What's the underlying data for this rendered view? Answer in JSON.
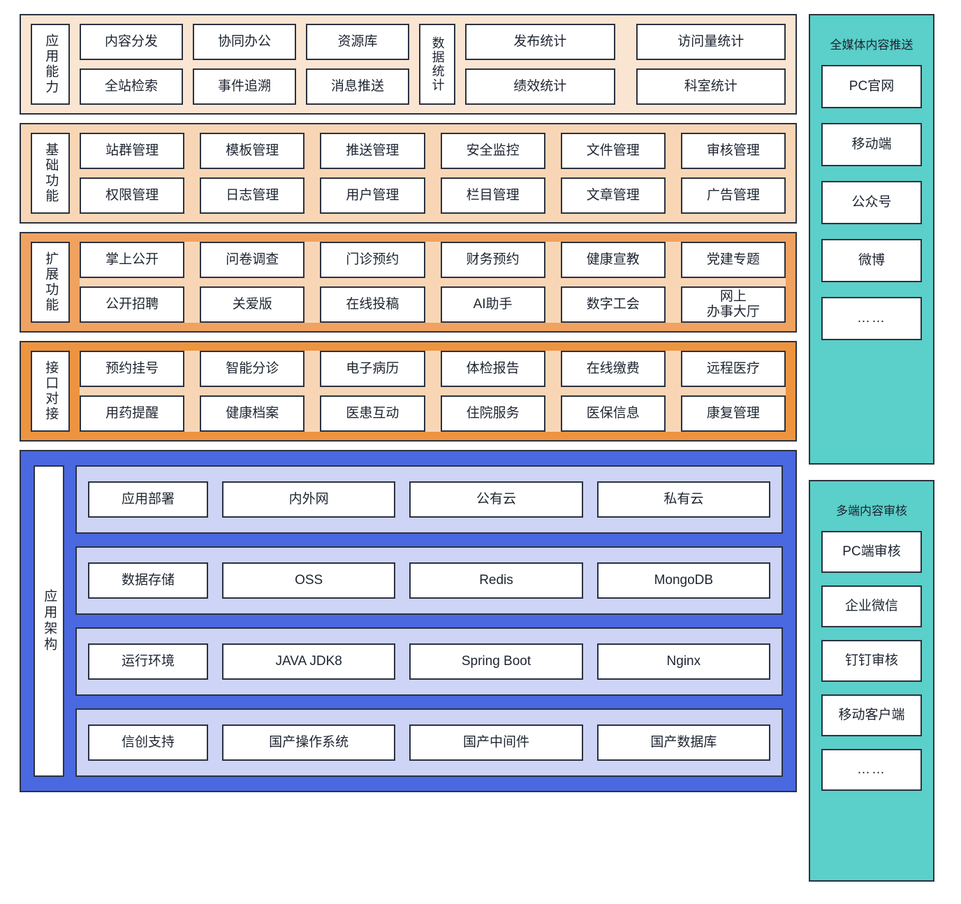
{
  "diagram": {
    "bands": [
      {
        "id": "app-capability",
        "label": "应用能力",
        "color": "#FAE5D2",
        "left_items_row1": [
          "内容分发",
          "协同办公",
          "资源库"
        ],
        "left_items_row2": [
          "全站检索",
          "事件追溯",
          "消息推送"
        ],
        "sub_label": "数据统计",
        "right_items_row1": [
          "发布统计",
          "访问量统计"
        ],
        "right_items_row2": [
          "绩效统计",
          "科室统计"
        ]
      },
      {
        "id": "basic-function",
        "label": "基础功能",
        "color": "#F8D6B5",
        "row1": [
          "站群管理",
          "模板管理",
          "推送管理",
          "安全监控",
          "文件管理",
          "审核管理"
        ],
        "row2": [
          "权限管理",
          "日志管理",
          "用户管理",
          "栏目管理",
          "文章管理",
          "广告管理"
        ]
      },
      {
        "id": "extended-function",
        "label": "扩展功能",
        "color": "#F0A260",
        "row1": [
          "掌上公开",
          "问卷调查",
          "门诊预约",
          "财务预约",
          "健康宣教",
          "党建专题"
        ],
        "row2": [
          "公开招聘",
          "关爱版",
          "在线投稿",
          "AI助手",
          "数字工会",
          "网上\n办事大厅"
        ]
      },
      {
        "id": "interface-integration",
        "label": "接口对接",
        "color": "#ED9440",
        "row1": [
          "预约挂号",
          "智能分诊",
          "电子病历",
          "体检报告",
          "在线缴费",
          "远程医疗"
        ],
        "row2": [
          "用药提醒",
          "健康档案",
          "医患互动",
          "住院服务",
          "医保信息",
          "康复管理"
        ]
      }
    ],
    "architecture": {
      "id": "app-architecture",
      "label": "应用架构",
      "outer_color": "#4A68E0",
      "inner_color": "#CDD4F5",
      "rows": [
        {
          "category": "应用部署",
          "items": [
            "内外网",
            "公有云",
            "私有云"
          ]
        },
        {
          "category": "数据存储",
          "items": [
            "OSS",
            "Redis",
            "MongoDB"
          ]
        },
        {
          "category": "运行环境",
          "items": [
            "JAVA JDK8",
            "Spring Boot",
            "Nginx"
          ]
        },
        {
          "category": "信创支持",
          "items": [
            "国产操作系统",
            "国产中间件",
            "国产数据库"
          ]
        }
      ]
    },
    "side_panels": [
      {
        "id": "omni-media-push",
        "title": "全媒体内容推送",
        "color": "#5BCFC9",
        "items": [
          "PC官网",
          "移动端",
          "公众号",
          "微博",
          "……"
        ]
      },
      {
        "id": "multi-terminal-audit",
        "title": "多端内容审核",
        "color": "#5BCFC9",
        "items": [
          "PC端审核",
          "企业微信",
          "钉钉审核",
          "移动客户端",
          "……"
        ]
      }
    ]
  }
}
